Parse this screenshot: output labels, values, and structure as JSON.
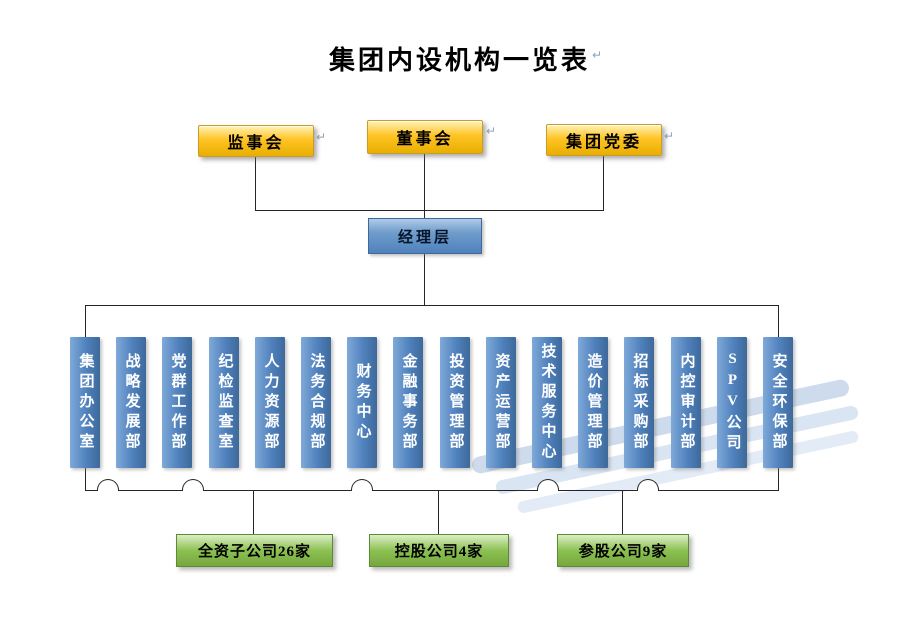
{
  "colors": {
    "gold": "#FFC425",
    "gold_dark": "#E8AE00",
    "blue": "#4F81BD",
    "blue_dark": "#3E699A",
    "green": "#8CC152",
    "green_dark": "#5D8A33",
    "line": "#262626"
  },
  "formatting_mark": "↵",
  "title": "集团内设机构一览表",
  "governance": [
    {
      "label": "监事会"
    },
    {
      "label": "董事会"
    },
    {
      "label": "集团党委"
    }
  ],
  "management": {
    "label": "经理层"
  },
  "departments": [
    {
      "label": "集团办公室"
    },
    {
      "label": "战略发展部"
    },
    {
      "label": "党群工作部"
    },
    {
      "label": "纪检监查室"
    },
    {
      "label": "人力资源部"
    },
    {
      "label": "法务合规部"
    },
    {
      "label": "财务中心"
    },
    {
      "label": "金融事务部"
    },
    {
      "label": "投资管理部"
    },
    {
      "label": "资产运营部"
    },
    {
      "label": "技术服务中心"
    },
    {
      "label": "造价管理部"
    },
    {
      "label": "招标采购部"
    },
    {
      "label": "内控审计部"
    },
    {
      "label": "SPV公司"
    },
    {
      "label": "安全环保部"
    }
  ],
  "subsidiaries": [
    {
      "label": "全资子公司26家"
    },
    {
      "label": "控股公司4家"
    },
    {
      "label": "参股公司9家"
    }
  ]
}
